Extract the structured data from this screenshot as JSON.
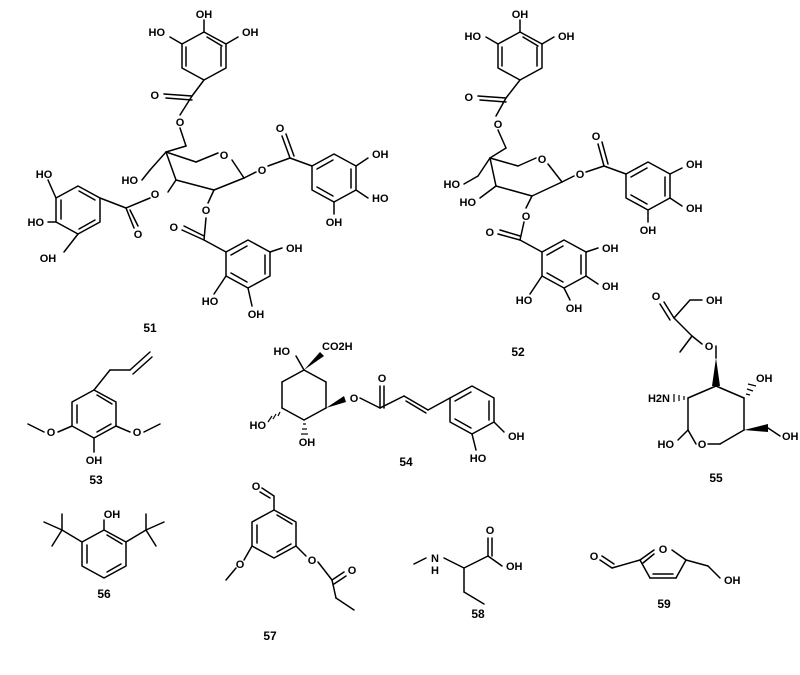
{
  "compounds": [
    {
      "number": "51",
      "atoms": [
        "OH",
        "HO",
        "OH",
        "O",
        "O",
        "O",
        "O",
        "HO",
        "O",
        "O",
        "OH",
        "HO",
        "OH",
        "HO",
        "HO",
        "O",
        "O",
        "O",
        "OH",
        "HO",
        "OH"
      ]
    },
    {
      "number": "52",
      "atoms": [
        "OH",
        "HO",
        "OH",
        "O",
        "O",
        "O",
        "O",
        "HO",
        "HO",
        "O",
        "O",
        "OH",
        "OH",
        "OH",
        "O",
        "O",
        "OH",
        "HO",
        "OH"
      ]
    },
    {
      "number": "53",
      "atoms": [
        "O",
        "O",
        "OH"
      ]
    },
    {
      "number": "54",
      "atoms": [
        "HO",
        "CO2H",
        "HO",
        "OH",
        "O",
        "O",
        "OH",
        "HO"
      ]
    },
    {
      "number": "55",
      "atoms": [
        "OH",
        "O",
        "O",
        "H2N",
        "OH",
        "HO",
        "O",
        "OH"
      ]
    },
    {
      "number": "56",
      "atoms": [
        "OH"
      ]
    },
    {
      "number": "57",
      "atoms": [
        "O",
        "O",
        "O",
        "O"
      ]
    },
    {
      "number": "58",
      "atoms": [
        "O",
        "N",
        "H",
        "OH"
      ]
    },
    {
      "number": "59",
      "atoms": [
        "O",
        "O",
        "OH"
      ]
    }
  ]
}
